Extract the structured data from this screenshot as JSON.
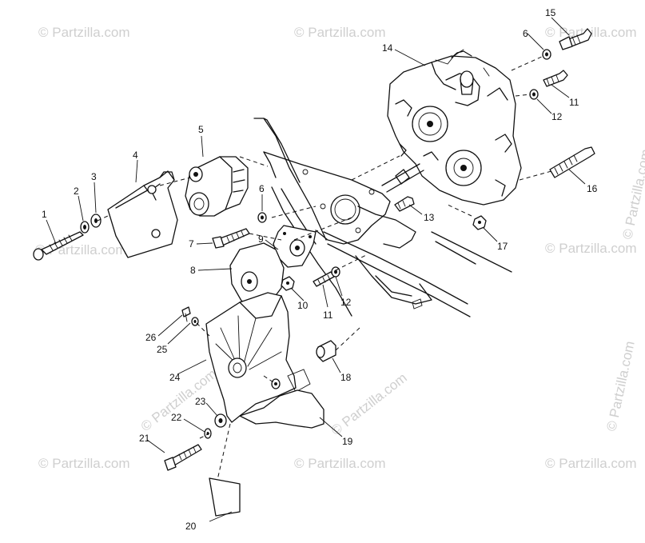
{
  "watermark": {
    "text": "© Partzilla.com",
    "color": "#cfcfcf"
  },
  "callouts": [
    {
      "id": "1",
      "label": "1"
    },
    {
      "id": "2",
      "label": "2"
    },
    {
      "id": "3",
      "label": "3"
    },
    {
      "id": "4",
      "label": "4"
    },
    {
      "id": "5",
      "label": "5"
    },
    {
      "id": "6a",
      "label": "6"
    },
    {
      "id": "6b",
      "label": "6"
    },
    {
      "id": "7",
      "label": "7"
    },
    {
      "id": "8",
      "label": "8"
    },
    {
      "id": "9",
      "label": "9"
    },
    {
      "id": "10",
      "label": "10"
    },
    {
      "id": "11a",
      "label": "11"
    },
    {
      "id": "11b",
      "label": "11"
    },
    {
      "id": "12a",
      "label": "12"
    },
    {
      "id": "12b",
      "label": "12"
    },
    {
      "id": "13",
      "label": "13"
    },
    {
      "id": "14",
      "label": "14"
    },
    {
      "id": "15",
      "label": "15"
    },
    {
      "id": "16",
      "label": "16"
    },
    {
      "id": "17",
      "label": "17"
    },
    {
      "id": "18",
      "label": "18"
    },
    {
      "id": "19",
      "label": "19"
    },
    {
      "id": "20",
      "label": "20"
    },
    {
      "id": "21",
      "label": "21"
    },
    {
      "id": "22",
      "label": "22"
    },
    {
      "id": "23",
      "label": "23"
    },
    {
      "id": "24",
      "label": "24"
    },
    {
      "id": "25",
      "label": "25"
    },
    {
      "id": "26",
      "label": "26"
    }
  ]
}
